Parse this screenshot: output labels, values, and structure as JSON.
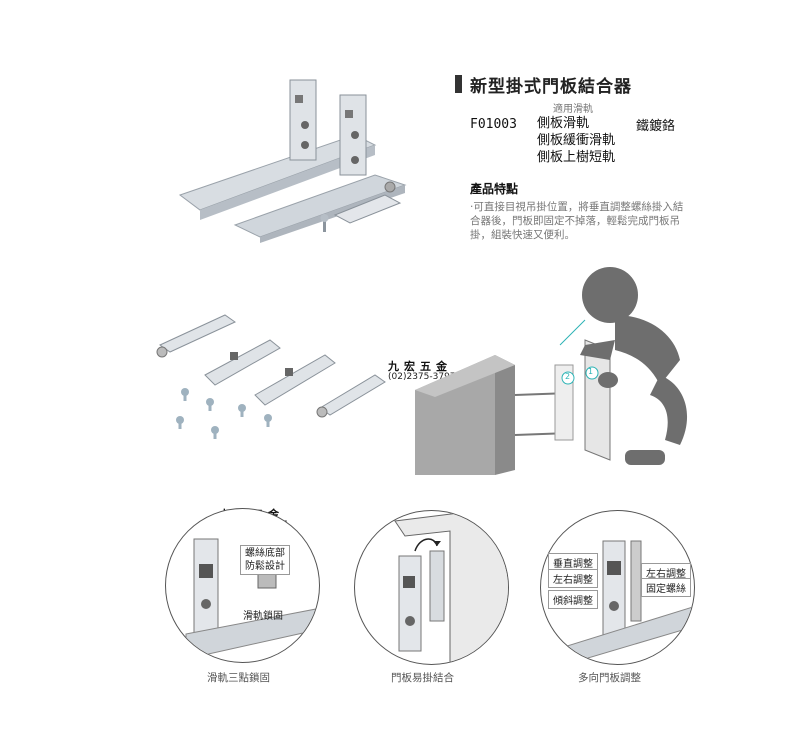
{
  "header": {
    "title": "新型掛式門板結合器",
    "rail_caption": "適用滑軌",
    "model": "F01003",
    "rails": [
      "側板滑軌",
      "側板緩衝滑軌",
      "側板上樹短軌"
    ],
    "finish": "鐵鍍鉻"
  },
  "features": {
    "title": "產品特點",
    "text": "‧可直接目視吊掛位置，將垂直調整螺絲掛入結合器後，門板即固定不掉落，輕鬆完成門板吊掛，組裝快速又便利。"
  },
  "shop": {
    "name": "九宏五金",
    "phone": "(02)2375-3797"
  },
  "steps": [
    "1",
    "2"
  ],
  "details": [
    {
      "caption": "滑軌三點鎖固",
      "callouts": [
        "螺絲底部",
        "防鬆設計",
        "滑軌鎖固"
      ]
    },
    {
      "caption": "門板易掛結合",
      "callouts": []
    },
    {
      "caption": "多向門板調整",
      "callouts": [
        "垂直調整",
        "左右調整",
        "傾斜調整",
        "左右調整",
        "固定螺絲"
      ]
    }
  ],
  "colors": {
    "accent": "#2bb3b5",
    "rail": "#c9ced4",
    "figure": "#6e6e6e",
    "cabinet": "#9a9a9a"
  }
}
